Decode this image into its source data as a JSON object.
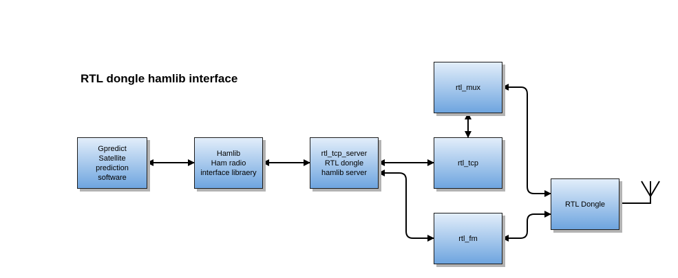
{
  "title": "RTL dongle hamlib interface",
  "colors": {
    "box_fill_top": "#e2eefa",
    "box_fill_bottom": "#6ea5df",
    "box_border": "#1a1a1a",
    "shadow": "#b3b3b3",
    "arrow": "#000000"
  },
  "boxes": {
    "gpredict": "Gpredict\nSatellite\nprediction\nsoftware",
    "hamlib": "Hamlib\nHam radio\ninterface libraery",
    "rtl_tcp_server": "rtl_tcp_server\nRTL dongle\nhamlib server",
    "rtl_mux": "rtl_mux",
    "rtl_tcp": "rtl_tcp",
    "rtl_fm": "rtl_fm",
    "rtl_dongle": "RTL Dongle"
  },
  "antenna_icon": "antenna-icon"
}
